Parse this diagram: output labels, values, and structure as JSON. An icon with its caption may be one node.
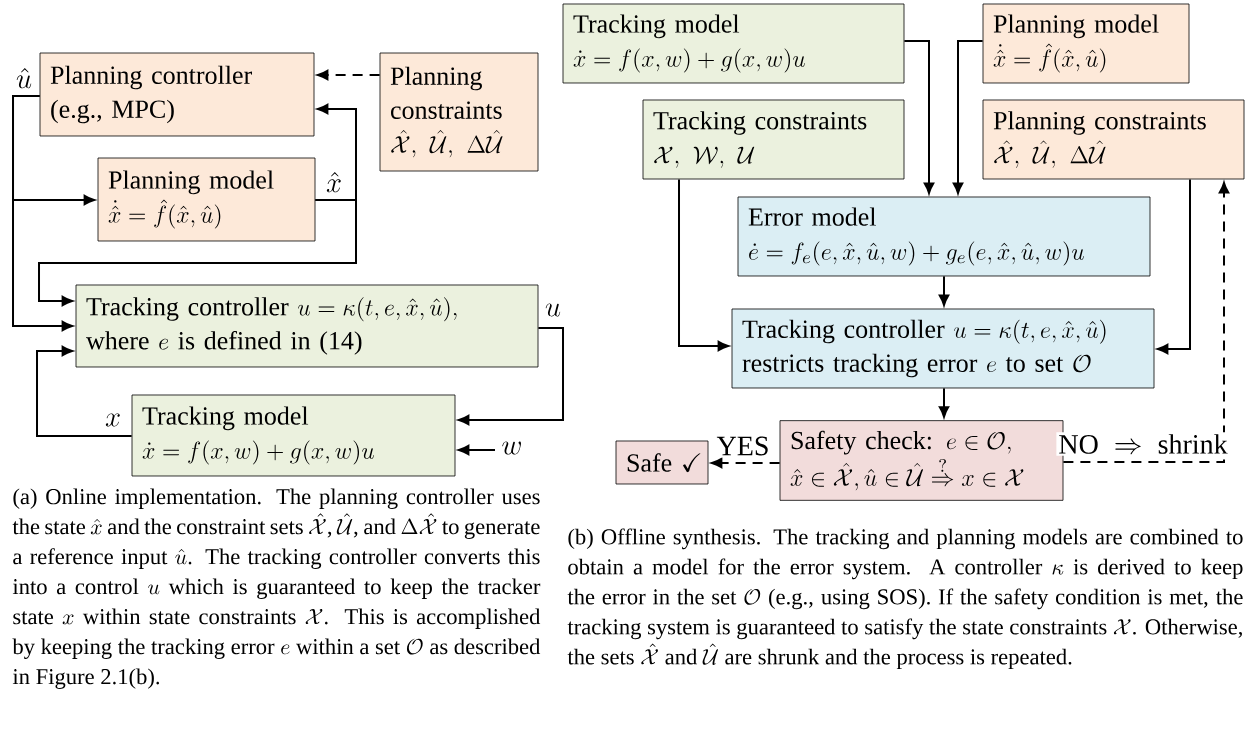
{
  "diagram": {
    "nodes": [
      {
        "text": [
          "Planning controller (e.g., MPC)"
        ]
      },
      {
        "text": [
          "Planning constraints",
          "\\hat{\\mathcal{X}},\\ \\hat{\\mathcal{U}},\\ \\Delta\\hat{\\mathcal{U}}"
        ]
      },
      {
        "text": [
          "Planning model",
          "\\dot{\\hat{x}}=\\hat{f}(\\hat{x},\\hat{u})"
        ]
      },
      {
        "text": [
          "\\text{Tracking controller }u=\\kappa(t,e,\\hat{x},\\hat{u}),",
          "\\text{where }e\\text{ is defined in (14)}"
        ]
      },
      {
        "text": [
          "Tracking model",
          "\\dot{x}=f(x,w)+g(x,w)u"
        ]
      },
      {
        "text": [
          "Tracking model",
          "\\dot{x}=f(x,w)+g(x,w)u"
        ]
      },
      {
        "text": [
          "Planning model",
          "\\dot{\\hat{x}}=\\hat{f}(\\hat{x},\\hat{u})"
        ]
      },
      {
        "text": [
          "Tracking constraints",
          "\\mathcal{X},\\ \\mathcal{W},\\ \\mathcal{U}"
        ]
      },
      {
        "text": [
          "Planning constraints",
          "\\hat{\\mathcal{X}},\\ \\hat{\\mathcal{U}},\\ \\Delta\\hat{\\mathcal{U}}"
        ]
      },
      {
        "text": [
          "Error model",
          "\\dot{e}=f_e(e,\\hat{x},\\hat{u},w)+g_e(e,\\hat{x},\\hat{u},w)u"
        ]
      },
      {
        "text": [
          "\\text{Tracking controller }u=\\kappa(t,e,\\hat{x},\\hat{u})",
          "\\text{restricts tracking error }e\\text{ to set }\\mathcal{O}"
        ]
      },
      {
        "text": [
          "\\text{Safety check: }e\\in\\mathcal{O},",
          "\\hat{x}\\in\\hat{\\mathcal{X}},\\hat{u}\\in\\hat{\\mathcal{U}}\\stackrel{?}{\\Rightarrow}x\\in\\mathcal{X}"
        ]
      },
      {
        "text": [
          "\\text{Safe }\\checkmark"
        ]
      }
    ],
    "edges": [
      {
        "from": 1,
        "to": 0,
        "arrow": "to",
        "style": "dashed"
      },
      {
        "from": 0,
        "to": 2,
        "arrow": "to",
        "label": "\\hat{u}"
      },
      {
        "from": 0,
        "to": 3,
        "arrow": "to"
      },
      {
        "from": 2,
        "to": 0,
        "arrow": "to",
        "label": "\\hat{x}"
      },
      {
        "from": 2,
        "to": 3,
        "arrow": "to"
      },
      {
        "from": 3,
        "to": 4,
        "arrow": "to",
        "label": "u"
      },
      {
        "from": null,
        "to": 4,
        "arrow": "to",
        "label": "w"
      },
      {
        "from": 4,
        "to": 3,
        "arrow": "to",
        "label": "x"
      },
      {
        "from": 5,
        "to": 9,
        "arrow": "to"
      },
      {
        "from": 6,
        "to": 9,
        "arrow": "to"
      },
      {
        "from": 7,
        "to": 10,
        "arrow": "to"
      },
      {
        "from": 8,
        "to": 10,
        "arrow": "to"
      },
      {
        "from": 9,
        "to": 10,
        "arrow": "to"
      },
      {
        "from": 10,
        "to": 11,
        "arrow": "to"
      },
      {
        "from": 11,
        "to": 12,
        "arrow": "to",
        "style": "dashed",
        "label": "\\text{YES}"
      },
      {
        "from": 11,
        "to": 8,
        "arrow": "to",
        "style": "dashed",
        "label": "\\text{NO }\\Rightarrow\\text{ shrink}"
      }
    ],
    "labels": [
      "\\vbox{(a) Online implementation. The planning controller uses the state $\\hat{x}$ and the constraint sets $\\hat{\\mathcal{X}}$, $\\hat{\\mathcal{U}}$, and $\\Delta\\hat{\\mathcal{X}}$ to generate a reference input $\\hat{u}$. The tracking controller converts this into a control $u$ which is guaranteed to keep the tracker state $x$ within state constraints $\\mathcal{X}$. This is accomplished by keeping the tracking error $e$ within a set $\\mathcal{O}$ as described in Figure 2.1(b).}",
      "\\vbox{(b) Offline synthesis. The tracking and planning models are combined to obtain a model for the error system. A controller $\\kappa$ is derived to keep the error in the set $\\mathcal{O}$ (e.g., using SOS). If the safety condition is met, the tracking system is guaranteed to satisfy the state constraints $\\mathcal{X}$. Otherwise, the sets $\\hat{\\mathcal{X}}$ and $\\hat{\\mathcal{U}}$ are shrunk and the process is repeated.}"
    ]
  }
}
